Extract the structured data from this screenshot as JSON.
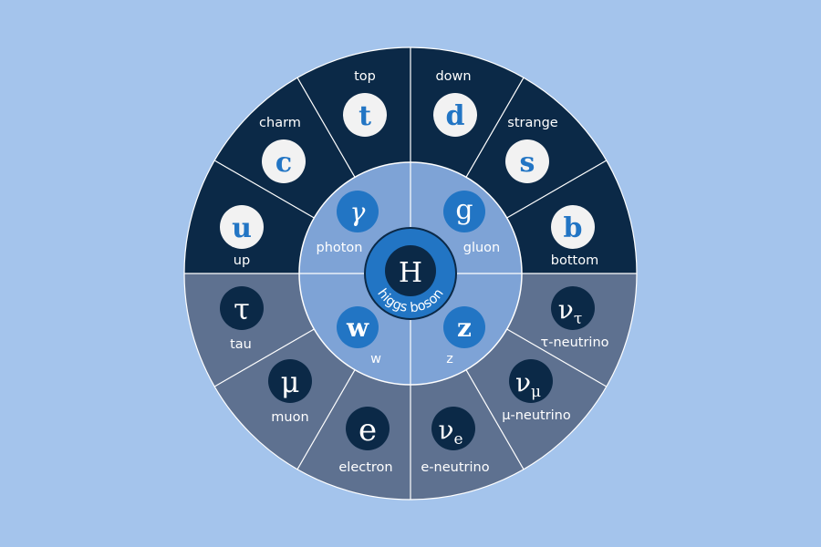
{
  "colors": {
    "background": "#a4c4ec",
    "quarks": "#0b2947",
    "leptons": "#5e7190",
    "bosons_ring": "#7ea3d6",
    "boson_disc": "#2275c4",
    "higgs_ring": "#2275c4",
    "higgs_core": "#0b2947",
    "quark_disc": "#f2f2f2",
    "quark_symbol": "#2275c4",
    "lepton_disc": "#0b2947",
    "divider": "#ffffff"
  },
  "center": {
    "symbol": "H",
    "name": "higgs boson"
  },
  "quarks": [
    {
      "symbol": "u",
      "name": "up"
    },
    {
      "symbol": "c",
      "name": "charm"
    },
    {
      "symbol": "t",
      "name": "top"
    },
    {
      "symbol": "d",
      "name": "down"
    },
    {
      "symbol": "s",
      "name": "strange"
    },
    {
      "symbol": "b",
      "name": "bottom"
    }
  ],
  "leptons": [
    {
      "symbol": "τ",
      "name": "tau"
    },
    {
      "symbol": "μ",
      "name": "muon"
    },
    {
      "symbol": "e",
      "name": "electron"
    },
    {
      "symbol": "ν",
      "sub": "e",
      "name": "e-neutrino"
    },
    {
      "symbol": "ν",
      "sub": "μ",
      "name": "μ-neutrino"
    },
    {
      "symbol": "ν",
      "sub": "τ",
      "name": "τ-neutrino"
    }
  ],
  "bosons": [
    {
      "symbol": "γ",
      "name": "photon"
    },
    {
      "symbol": "g",
      "name": "gluon"
    },
    {
      "symbol": "w",
      "name": "w"
    },
    {
      "symbol": "z",
      "name": "z"
    }
  ]
}
